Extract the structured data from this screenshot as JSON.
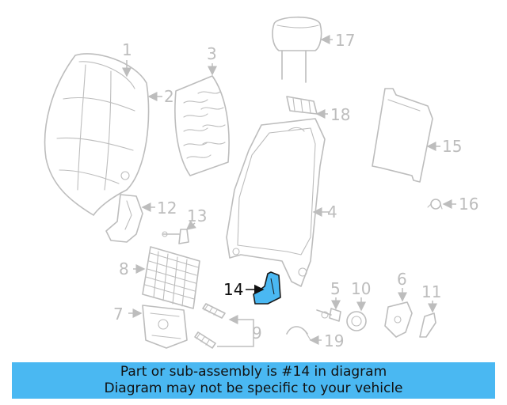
{
  "callouts": [
    "1",
    "2",
    "3",
    "4",
    "5",
    "6",
    "7",
    "8",
    "9",
    "10",
    "11",
    "12",
    "13",
    "14",
    "15",
    "16",
    "17",
    "18",
    "19"
  ],
  "highlight": {
    "part_number": "14",
    "color": "#4ab8f2"
  },
  "banner": {
    "line1": "Part or sub-assembly is #14 in diagram",
    "line2": "Diagram may not be specific to your vehicle",
    "color": "#4ab8f2"
  }
}
